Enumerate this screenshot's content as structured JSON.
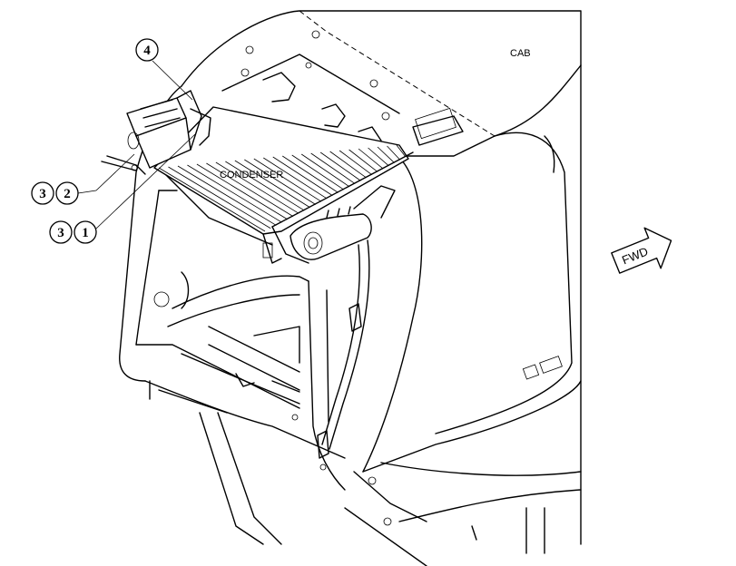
{
  "labels": {
    "cab": "CAB",
    "condenser": "CONDENSER",
    "fwd": "FWD"
  },
  "callouts": [
    {
      "id": "c4",
      "digits": [
        "4"
      ]
    },
    {
      "id": "c32",
      "digits": [
        "3",
        "2"
      ]
    },
    {
      "id": "c31",
      "digits": [
        "3",
        "1"
      ]
    }
  ],
  "colors": {
    "line": "#000000",
    "background": "#ffffff"
  }
}
